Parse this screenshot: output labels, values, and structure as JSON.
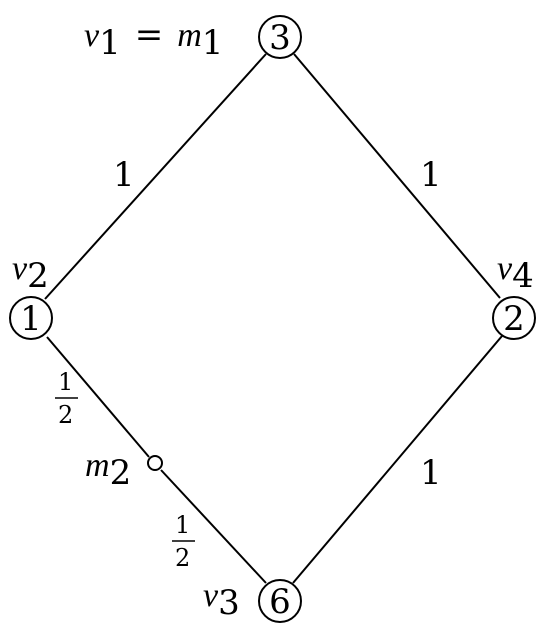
{
  "graph": {
    "nodes": [
      {
        "name": "v1",
        "value": "3",
        "label": "v",
        "subscript": "1",
        "equals": "=",
        "alias": "m",
        "alias_subscript": "1"
      },
      {
        "name": "v2",
        "value": "1",
        "label": "v",
        "subscript": "2"
      },
      {
        "name": "v3",
        "value": "6",
        "label": "v",
        "subscript": "3"
      },
      {
        "name": "v4",
        "value": "2",
        "label": "v",
        "subscript": "4"
      }
    ],
    "midpoint": {
      "label": "m",
      "subscript": "2"
    },
    "edges": [
      {
        "from": "v1",
        "to": "v2",
        "weight": "1"
      },
      {
        "from": "v1",
        "to": "v4",
        "weight": "1"
      },
      {
        "from": "v4",
        "to": "v3",
        "weight": "1"
      },
      {
        "from": "v2",
        "to": "m2",
        "weight_numerator": "1",
        "weight_denominator": "2"
      },
      {
        "from": "m2",
        "to": "v3",
        "weight_numerator": "1",
        "weight_denominator": "2"
      }
    ]
  }
}
